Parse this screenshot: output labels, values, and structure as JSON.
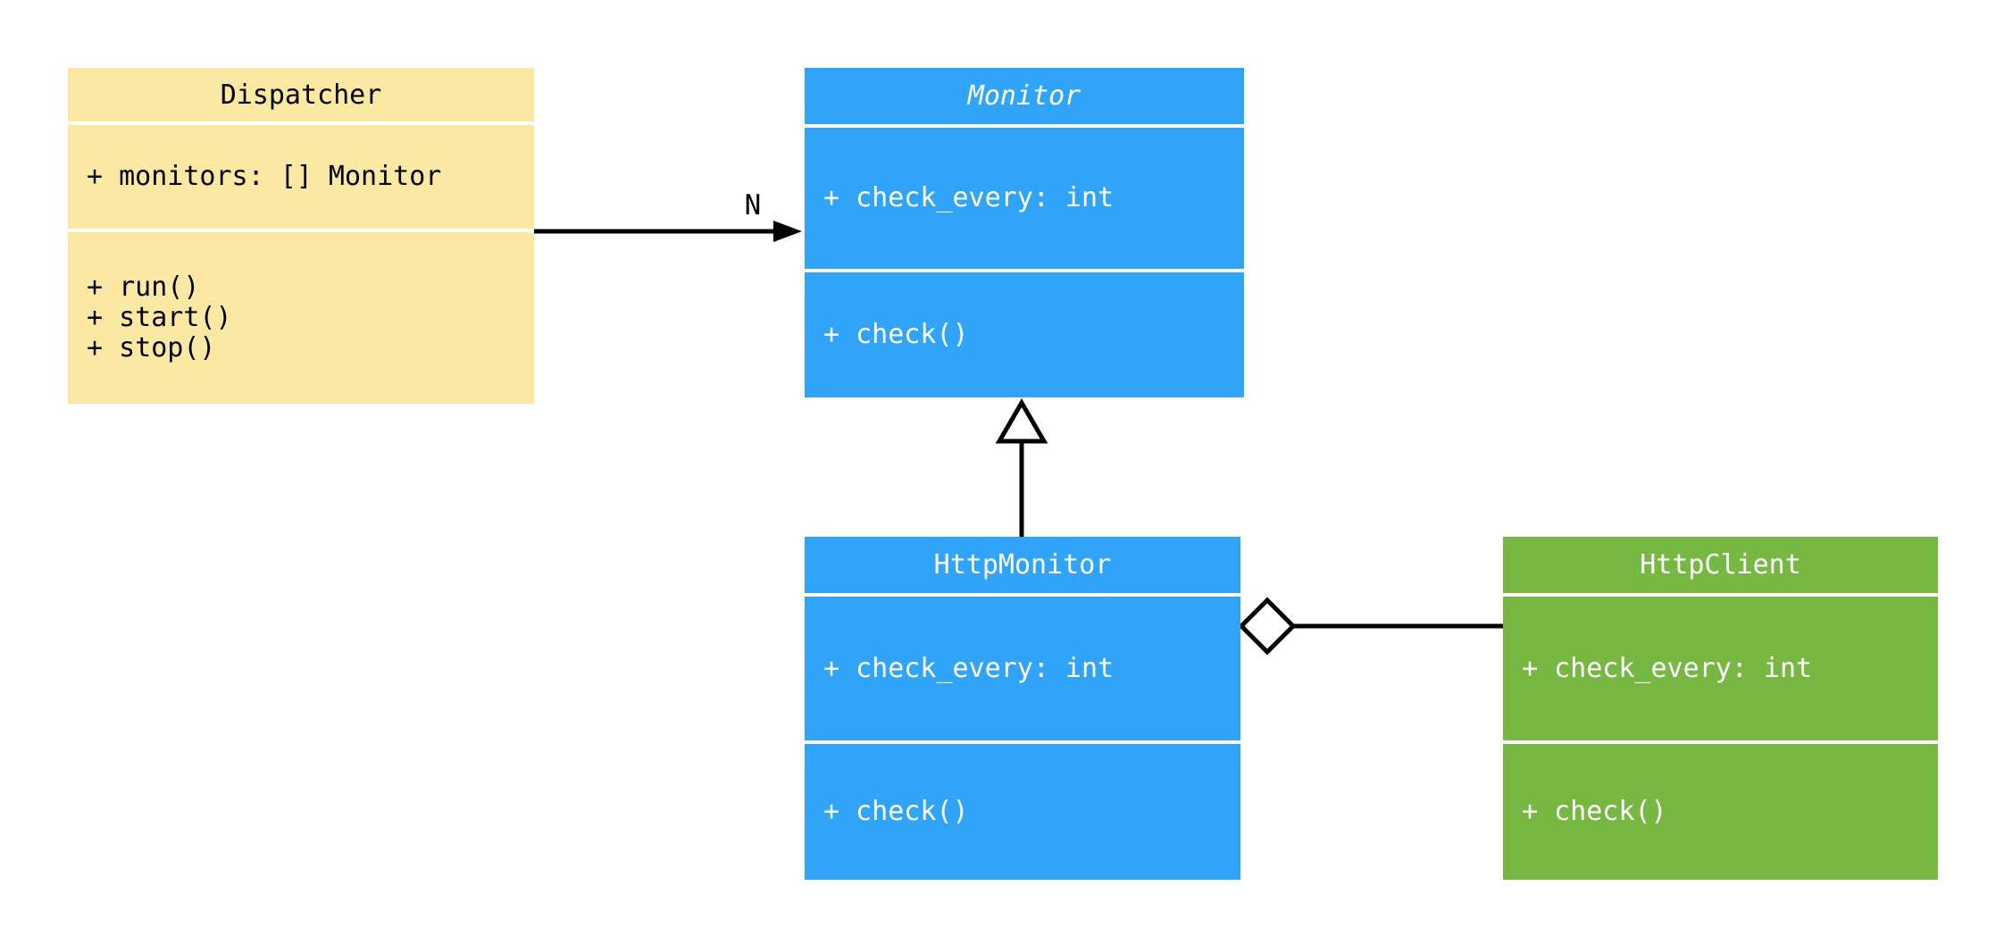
{
  "diagram": {
    "type": "uml-class-diagram",
    "background": "#ffffff"
  },
  "colors": {
    "dispatcher_fill": "#FBE8A2",
    "monitor_fill": "#2FA4F9",
    "http_monitor_fill": "#2FA4F9",
    "http_client_fill": "#77B842",
    "text_on_light": "#000000",
    "text_on_dark": "#ffffff",
    "connector": "#000000"
  },
  "classes": {
    "dispatcher": {
      "title": "Dispatcher",
      "abstract": false,
      "attributes": [
        "+ monitors: [] Monitor"
      ],
      "methods": [
        "+ run()",
        "+ start()",
        "+ stop()"
      ]
    },
    "monitor": {
      "title": "Monitor",
      "abstract": true,
      "attributes": [
        "+ check_every: int"
      ],
      "methods": [
        "+ check()"
      ]
    },
    "http_monitor": {
      "title": "HttpMonitor",
      "abstract": false,
      "attributes": [
        "+ check_every: int"
      ],
      "methods": [
        "+ check()"
      ]
    },
    "http_client": {
      "title": "HttpClient",
      "abstract": false,
      "attributes": [
        "+ check_every: int"
      ],
      "methods": [
        "+ check()"
      ]
    }
  },
  "relationships": [
    {
      "type": "association",
      "from": "Dispatcher",
      "to": "Monitor",
      "multiplicity": "N",
      "marker": "filled-arrow"
    },
    {
      "type": "inheritance",
      "from": "HttpMonitor",
      "to": "Monitor",
      "marker": "hollow-triangle"
    },
    {
      "type": "aggregation",
      "from": "HttpMonitor",
      "to": "HttpClient",
      "marker": "hollow-diamond"
    }
  ]
}
